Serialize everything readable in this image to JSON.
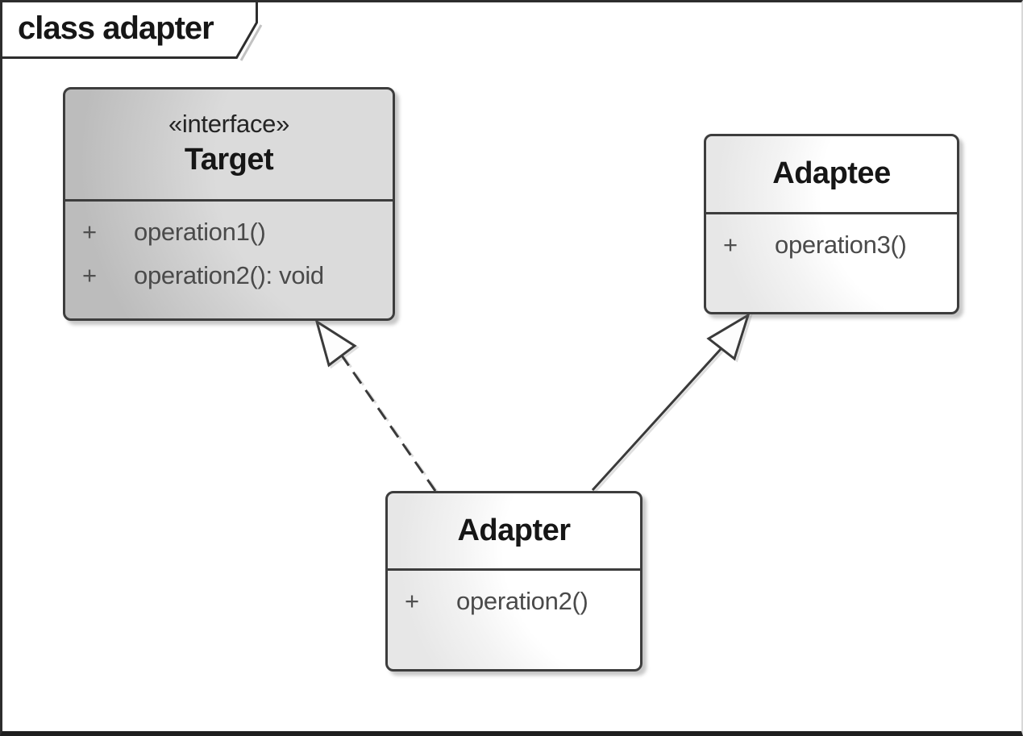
{
  "frame": {
    "title": "class adapter"
  },
  "classes": {
    "target": {
      "stereotype": "«interface»",
      "name": "Target",
      "operations": [
        {
          "visibility": "+",
          "signature": "operation1()"
        },
        {
          "visibility": "+",
          "signature": "operation2(): void"
        }
      ]
    },
    "adaptee": {
      "name": "Adaptee",
      "operations": [
        {
          "visibility": "+",
          "signature": "operation3()"
        }
      ]
    },
    "adapter": {
      "name": "Adapter",
      "operations": [
        {
          "visibility": "+",
          "signature": "operation2()"
        }
      ]
    }
  },
  "relationships": [
    {
      "from": "Adapter",
      "to": "Target",
      "type": "realization",
      "line_style": "dashed",
      "arrowhead": "hollow-triangle"
    },
    {
      "from": "Adapter",
      "to": "Adaptee",
      "type": "generalization",
      "line_style": "solid",
      "arrowhead": "hollow-triangle"
    }
  ],
  "colors": {
    "background": "#ffffff",
    "frame_border": "#2d2d2d",
    "box_border": "#3d3d3d",
    "interface_fill_dark": "#bcbcbc",
    "interface_fill_light": "#dbdbdb",
    "class_fill_dark": "#e7e7e7",
    "class_fill_light": "#ffffff",
    "name_text": "#161616",
    "operation_text": "#4a4a4a",
    "connector": "#3a3a3a"
  }
}
